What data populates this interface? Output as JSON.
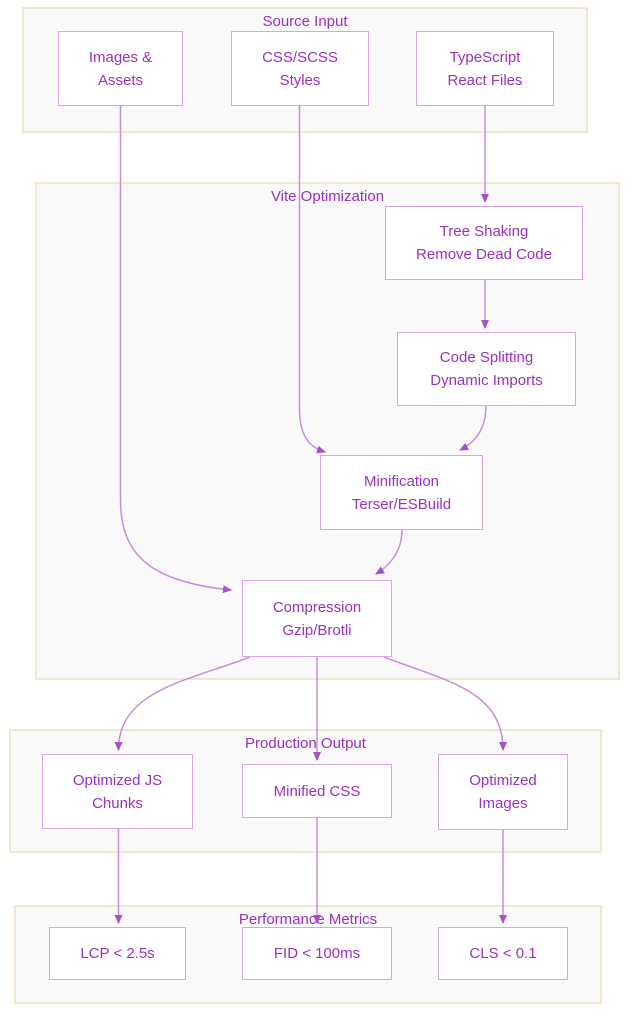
{
  "diagram": {
    "type": "flowchart",
    "direction": "top-down",
    "sections": {
      "source_input": {
        "label": "Source Input"
      },
      "vite_optimization": {
        "label": "Vite Optimization"
      },
      "production_output": {
        "label": "Production Output"
      },
      "performance_metrics": {
        "label": "Performance Metrics"
      }
    },
    "nodes": {
      "images_assets": {
        "line1": "Images &",
        "line2": "Assets"
      },
      "css_scss": {
        "line1": "CSS/SCSS",
        "line2": "Styles"
      },
      "typescript_react": {
        "line1": "TypeScript",
        "line2": "React Files"
      },
      "tree_shaking": {
        "line1": "Tree Shaking",
        "line2": "Remove Dead Code"
      },
      "code_splitting": {
        "line1": "Code Splitting",
        "line2": "Dynamic Imports"
      },
      "minification": {
        "line1": "Minification",
        "line2": "Terser/ESBuild"
      },
      "compression": {
        "line1": "Compression",
        "line2": "Gzip/Brotli"
      },
      "optimized_js": {
        "line1": "Optimized JS",
        "line2": "Chunks"
      },
      "minified_css": {
        "line1": "Minified CSS"
      },
      "optimized_images": {
        "line1": "Optimized",
        "line2": "Images"
      },
      "lcp": {
        "line1": "LCP < 2.5s"
      },
      "fid": {
        "line1": "FID < 100ms"
      },
      "cls": {
        "line1": "CLS < 0.1"
      }
    },
    "edges": [
      {
        "from": "images_assets",
        "to": "compression"
      },
      {
        "from": "css_scss",
        "to": "minification"
      },
      {
        "from": "typescript_react",
        "to": "tree_shaking"
      },
      {
        "from": "tree_shaking",
        "to": "code_splitting"
      },
      {
        "from": "code_splitting",
        "to": "minification"
      },
      {
        "from": "minification",
        "to": "compression"
      },
      {
        "from": "compression",
        "to": "optimized_js"
      },
      {
        "from": "compression",
        "to": "minified_css"
      },
      {
        "from": "compression",
        "to": "optimized_images"
      },
      {
        "from": "optimized_js",
        "to": "lcp"
      },
      {
        "from": "minified_css",
        "to": "fid"
      },
      {
        "from": "optimized_images",
        "to": "cls"
      }
    ],
    "colors": {
      "node_border": "#d9a6e3",
      "node_text": "#9b30be",
      "section_border": "#f2e6ce",
      "section_fill": "#f9f9f9",
      "edge_line": "#c58fdb",
      "edge_arrowhead": "#a352c4",
      "background": "#ffffff"
    }
  }
}
